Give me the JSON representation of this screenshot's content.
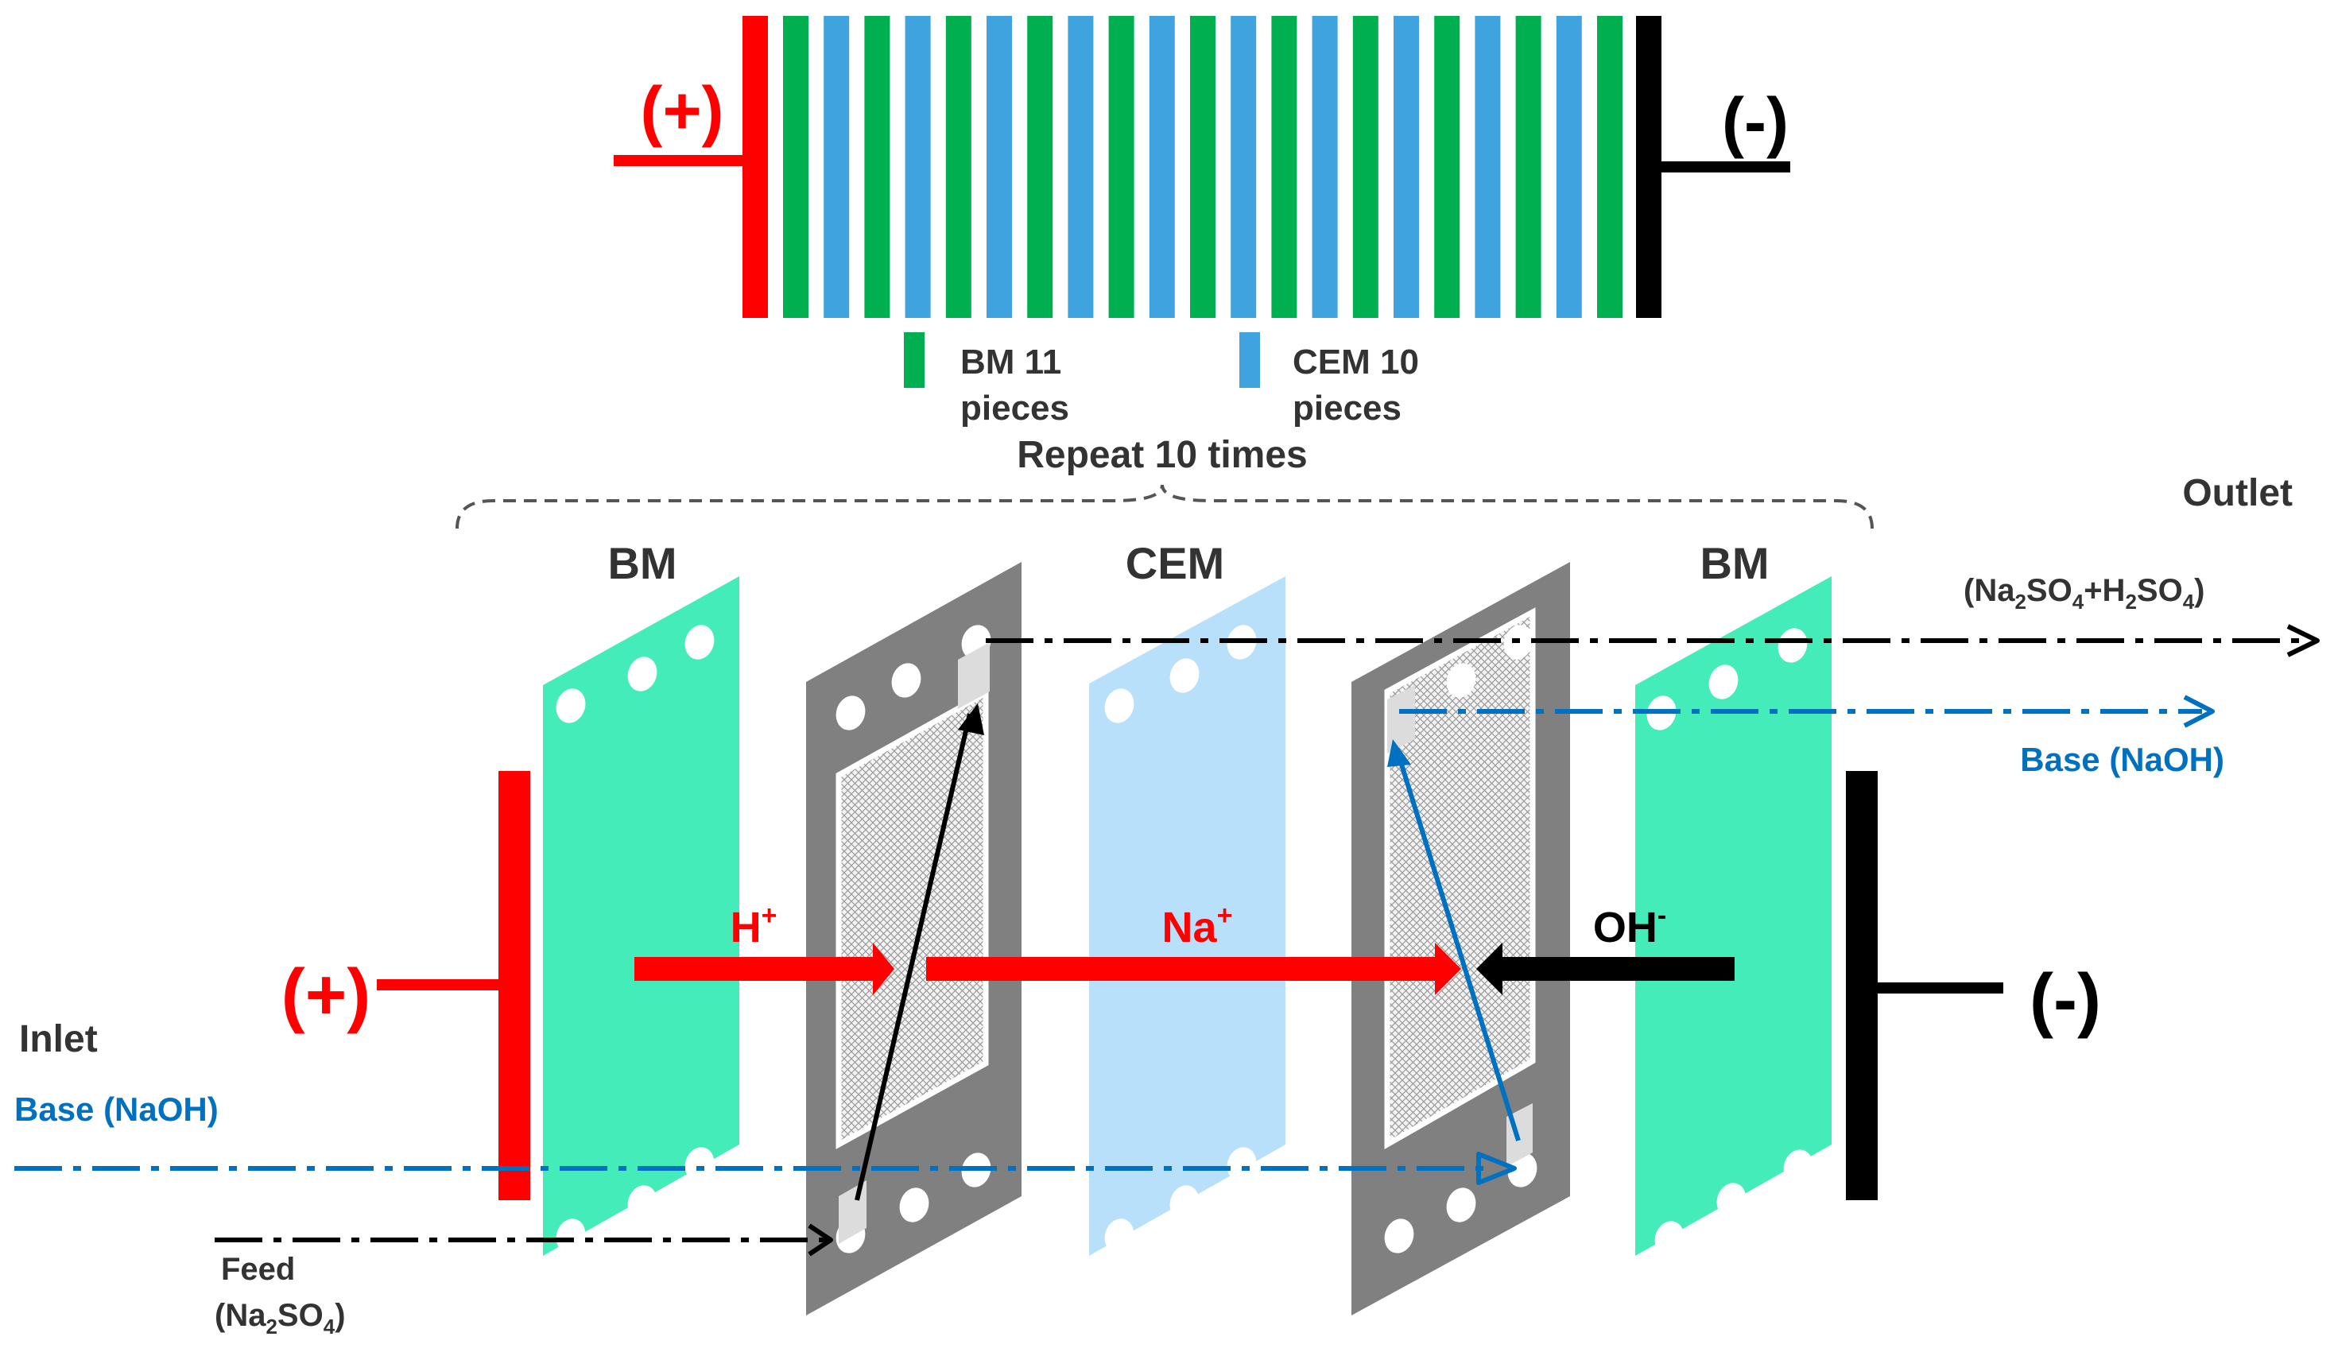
{
  "stack": {
    "anode_sign": "(+)",
    "cathode_sign": "(-)",
    "sequence": [
      "BM",
      "CEM",
      "BM",
      "CEM",
      "BM",
      "CEM",
      "BM",
      "CEM",
      "BM",
      "CEM",
      "BM",
      "CEM",
      "BM",
      "CEM",
      "BM",
      "CEM",
      "BM",
      "CEM",
      "BM",
      "CEM",
      "BM"
    ],
    "legend": [
      {
        "line1": "BM 11",
        "line2": "pieces"
      },
      {
        "line1": "CEM 10",
        "line2": "pieces"
      }
    ],
    "repeat_label": "Repeat 10 times"
  },
  "membranes": {
    "bm_left": "BM",
    "cem": "CEM",
    "bm_right": "BM"
  },
  "electrodes": {
    "anode_sign": "(+)",
    "cathode_sign": "(-)"
  },
  "ions": {
    "h_base": "H",
    "h_charge": "+",
    "na_base": "Na",
    "na_charge": "+",
    "oh_base": "OH",
    "oh_charge": "-"
  },
  "flows": {
    "inlet_label": "Inlet",
    "outlet_label": "Outlet",
    "inlet_base": "Base (NaOH)",
    "outlet_base": "Base (NaOH)",
    "feed_label": "Feed",
    "feed_formula": {
      "open": "(Na",
      "sub1": "2",
      "mid": "SO",
      "sub2": "4",
      "close": ")"
    },
    "outlet_formula": {
      "open": "(Na",
      "sub1": "2",
      "p1": "SO",
      "sub2": "4",
      "p2": "+H",
      "sub3": "2",
      "p3": "SO",
      "sub4": "4",
      "close": ")"
    }
  },
  "colors": {
    "anode_red": "#ff0000",
    "cathode_black": "#000000",
    "bm_stack_green": "#00b050",
    "cem_stack_blue": "#3fa3e0",
    "bm_membrane": "#44ecb9",
    "cem_membrane": "#b8e0fb",
    "spacer_gray": "#808080",
    "base_blue": "#0070c0",
    "ion_red": "#ff0000"
  }
}
